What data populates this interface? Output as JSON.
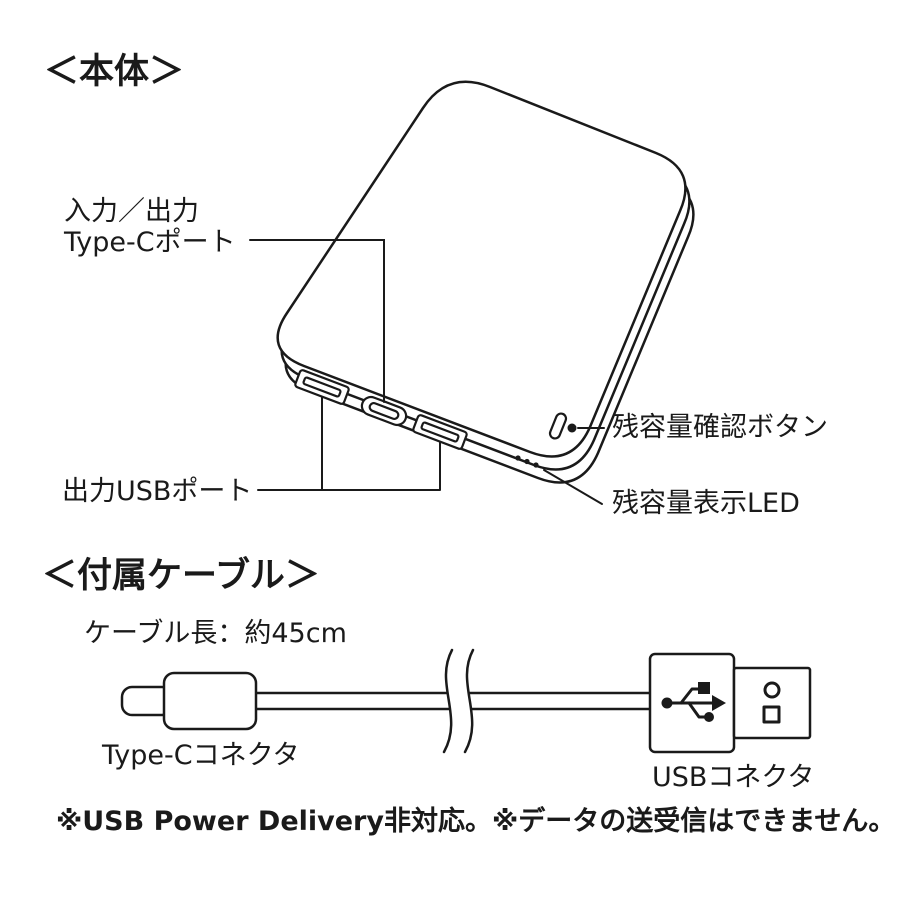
{
  "meta": {
    "background_color": "#ffffff",
    "ink_color": "#1a1a1a"
  },
  "body_section": {
    "heading": "＜本体＞",
    "label_io_typec_line1": "入力／出力",
    "label_io_typec_line2": "Type-Cポート",
    "label_usb_out": "出力USBポート",
    "label_check_button": "残容量確認ボタン",
    "label_led": "残容量表示LED"
  },
  "cable_section": {
    "heading": "＜付属ケーブル＞",
    "cable_length": "ケーブル長：約45cm",
    "label_typec_connector": "Type-Cコネクタ",
    "label_usb_connector": "USBコネクタ"
  },
  "footnote": "※USB Power Delivery非対応。※データの送受信はできません。"
}
